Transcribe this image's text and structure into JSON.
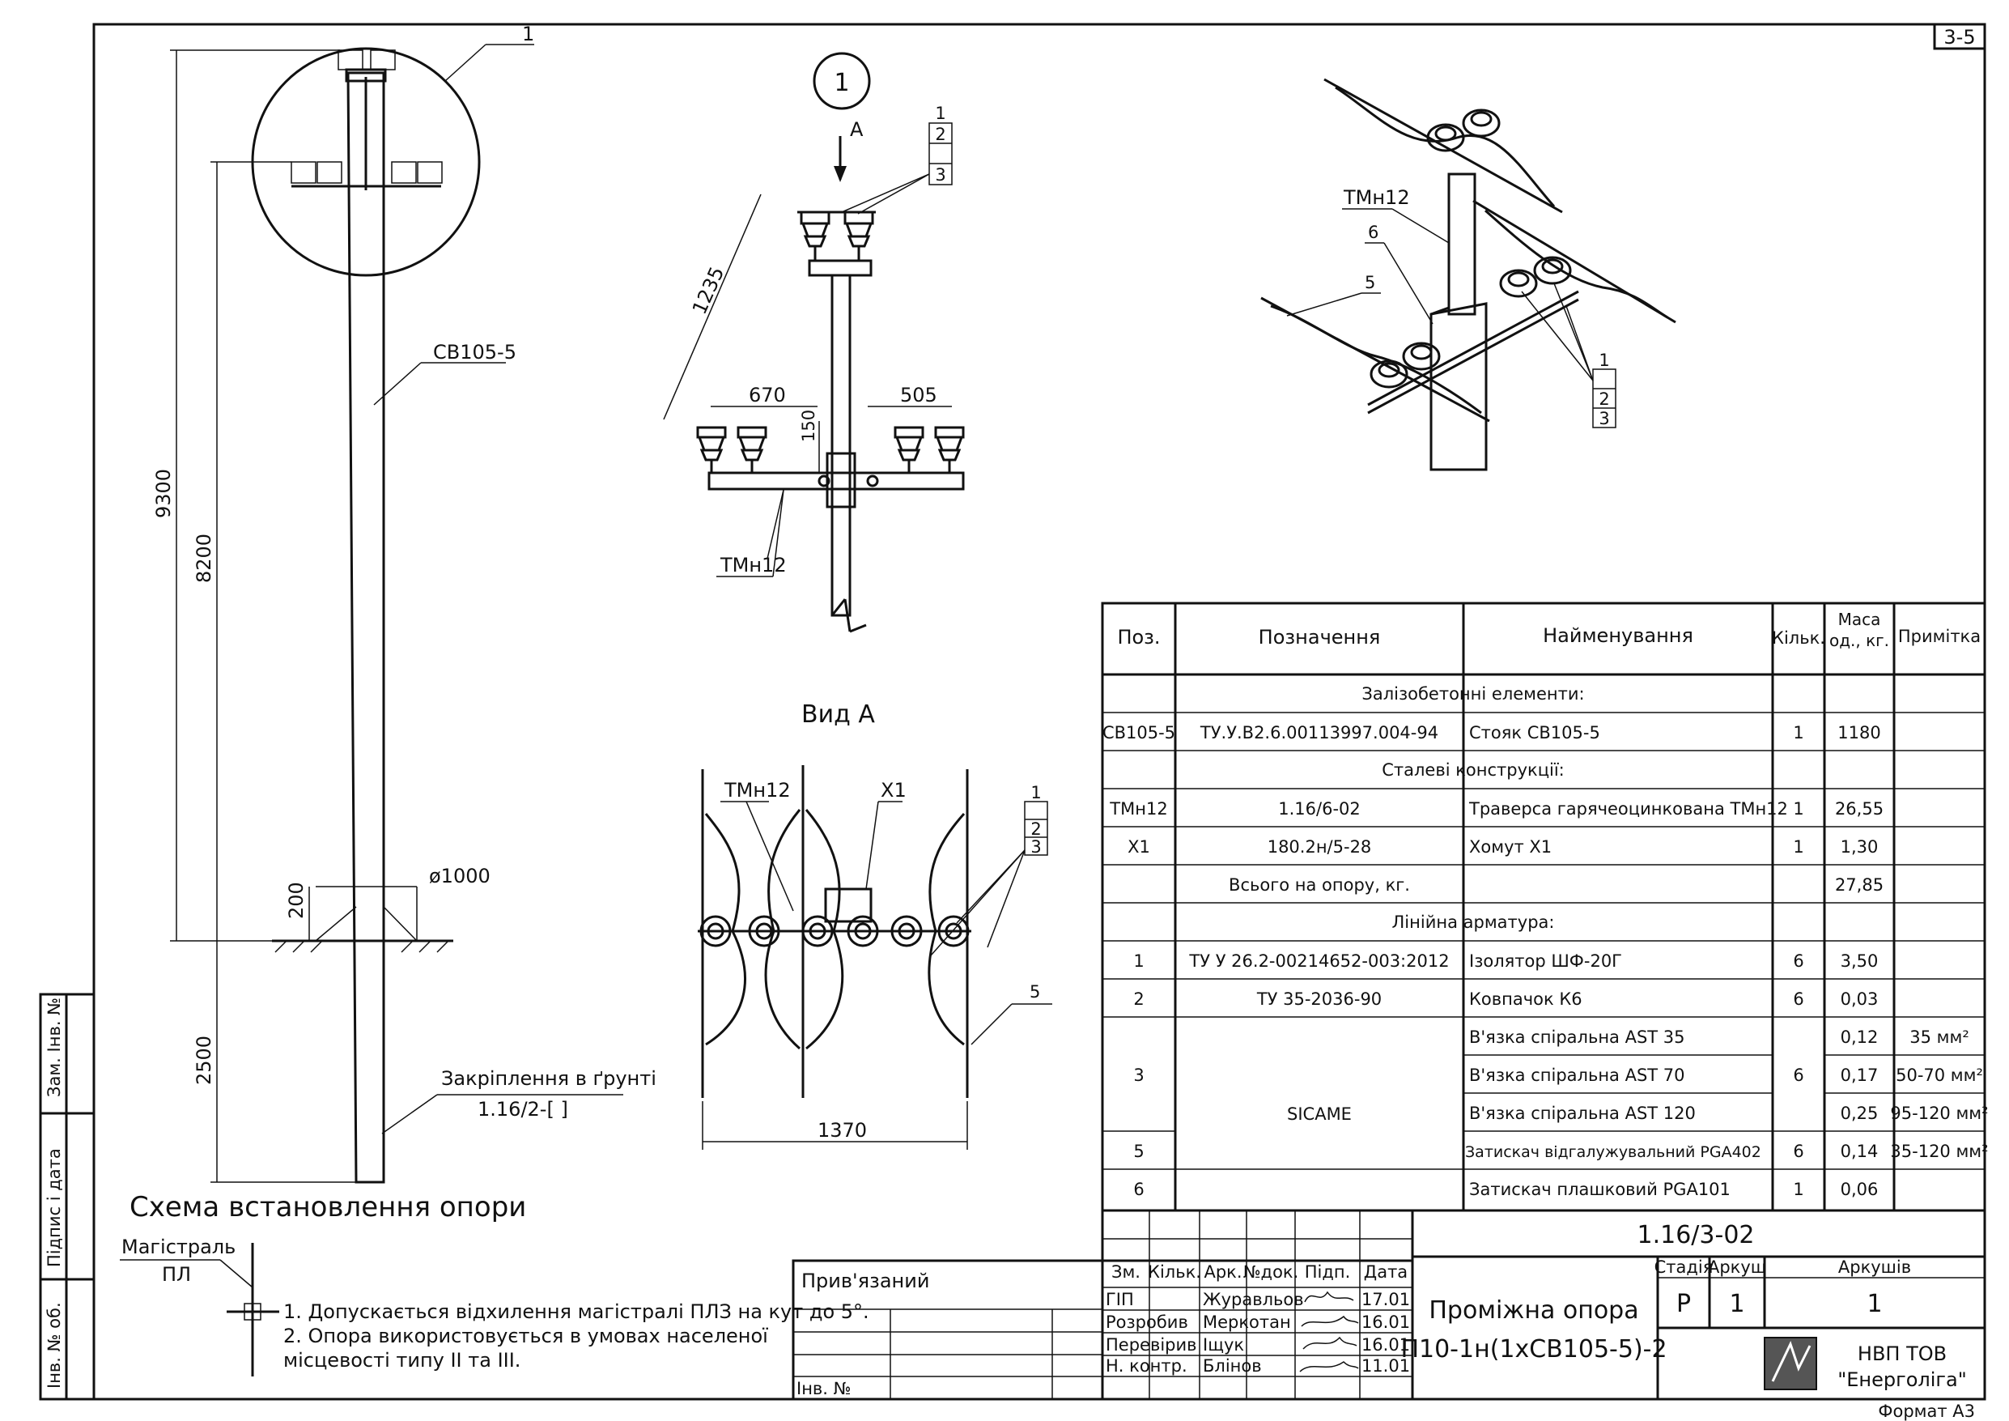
{
  "sheet_code": "3-5",
  "format_label": "Формат А3",
  "left_margin_labels": [
    "Зам. Інв. №",
    "Підпис і дата",
    "Інв. № об."
  ],
  "scheme": {
    "title": "Схема встановлення опори",
    "callout": "1",
    "pole_label": "СВ105-5",
    "dim_total": "9300",
    "dim_above": "8200",
    "dim_below": "2500",
    "dim_base": "200",
    "diameter": "ø1000",
    "anchoring_label": "Закріплення в ґрунті",
    "anchoring_ref": "1.16/2-[    ]"
  },
  "detail1": {
    "marker": "1",
    "arrow_label": "А",
    "pos_tags": [
      "1",
      "2",
      "3"
    ],
    "dim_diag": "1235",
    "dim_left": "670",
    "dim_right": "505",
    "dim_vert": "150",
    "traverse_label": "ТМн12"
  },
  "view_a": {
    "title": "Вид А",
    "label_traverse": "ТМн12",
    "label_clamp": "Х1",
    "pos_tags": [
      "1",
      "2",
      "3"
    ],
    "label_5": "5",
    "dim_width": "1370"
  },
  "iso": {
    "label_traverse": "ТМн12",
    "label_6": "6",
    "label_5": "5",
    "pos_tags": [
      "1",
      "2",
      "3"
    ]
  },
  "spec": {
    "headers": [
      "Поз.",
      "Позначення",
      "Найменування",
      "Кільк.",
      "Маса од., кг.",
      "Примітка"
    ],
    "sections": {
      "concrete": "Залізобетонні елементи:",
      "steel": "Сталеві конструкції:",
      "fittings": "Лінійна арматура:"
    },
    "rows": [
      {
        "pos": "СВ105-5",
        "code": "ТУ.У.В2.6.00113997.004-94",
        "name": "Стояк СВ105-5",
        "qty": "1",
        "mass": "1180",
        "note": ""
      },
      {
        "pos": "ТМн12",
        "code": "1.16/6-02",
        "name": "Траверса гарячеоцинкована ТМн12",
        "qty": "1",
        "mass": "26,55",
        "note": ""
      },
      {
        "pos": "Х1",
        "code": "180.2н/5-28",
        "name": "Хомут Х1",
        "qty": "1",
        "mass": "1,30",
        "note": ""
      },
      {
        "pos": "",
        "code": "Всього на опору, кг.",
        "name": "",
        "qty": "",
        "mass": "27,85",
        "note": ""
      },
      {
        "pos": "1",
        "code": "ТУ У 26.2-00214652-003:2012",
        "name": "Ізолятор ШФ-20Г",
        "qty": "6",
        "mass": "3,50",
        "note": ""
      },
      {
        "pos": "2",
        "code": "ТУ 35-2036-90",
        "name": "Ковпачок К6",
        "qty": "6",
        "mass": "0,03",
        "note": ""
      },
      {
        "pos": "3",
        "code": "SICAME",
        "name": "В'язка спіральна AST 35",
        "qty": "6",
        "mass": "0,12",
        "note": "35 мм²"
      },
      {
        "pos": "",
        "code": "",
        "name": "В'язка спіральна AST 70",
        "qty": "",
        "mass": "0,17",
        "note": "50-70 мм²"
      },
      {
        "pos": "",
        "code": "",
        "name": "В'язка спіральна AST 120",
        "qty": "",
        "mass": "0,25",
        "note": "95-120 мм²"
      },
      {
        "pos": "5",
        "code": "",
        "name": "Затискач відгалужувальний PGA402",
        "qty": "6",
        "mass": "0,14",
        "note": "35-120 мм²"
      },
      {
        "pos": "6",
        "code": "",
        "name": "Затискач плашковий PGA101",
        "qty": "1",
        "mass": "0,06",
        "note": ""
      }
    ]
  },
  "title_block": {
    "doc_code": "1.16/3-02",
    "attached": "Прив'язаний",
    "inv": "Інв. №",
    "cols": [
      "Зм.",
      "Кільк.",
      "Арк.",
      "№док.",
      "Підп.",
      "Дата"
    ],
    "staff": [
      {
        "role": "ГІП",
        "name": "Журавльов",
        "date": "17.01"
      },
      {
        "role": "Розробив",
        "name": "Меркотан",
        "date": "16.01"
      },
      {
        "role": "Перевірив",
        "name": "Іщук",
        "date": "16.01"
      },
      {
        "role": "Н. контр.",
        "name": "Блінов",
        "date": "11.01"
      }
    ],
    "title_line1": "Проміжна опора",
    "title_line2": "П10-1н(1хСВ105-5)-2",
    "stage_label": "Стадія",
    "sheet_label": "Аркуш",
    "sheets_label": "Аркушів",
    "stage": "Р",
    "sheet": "1",
    "sheets": "1",
    "company_line1": "НВП ТОВ",
    "company_line2": "\"Енерголіга\""
  },
  "notes": {
    "legend_title": "Магістраль",
    "legend_sub": "ПЛ",
    "note1": "1. Допускається відхилення магістралі ПЛЗ на кут до 5°.",
    "note2": "2. Опора використовується в умовах населеної",
    "note3": "місцевості типу ІІ та ІІІ."
  }
}
